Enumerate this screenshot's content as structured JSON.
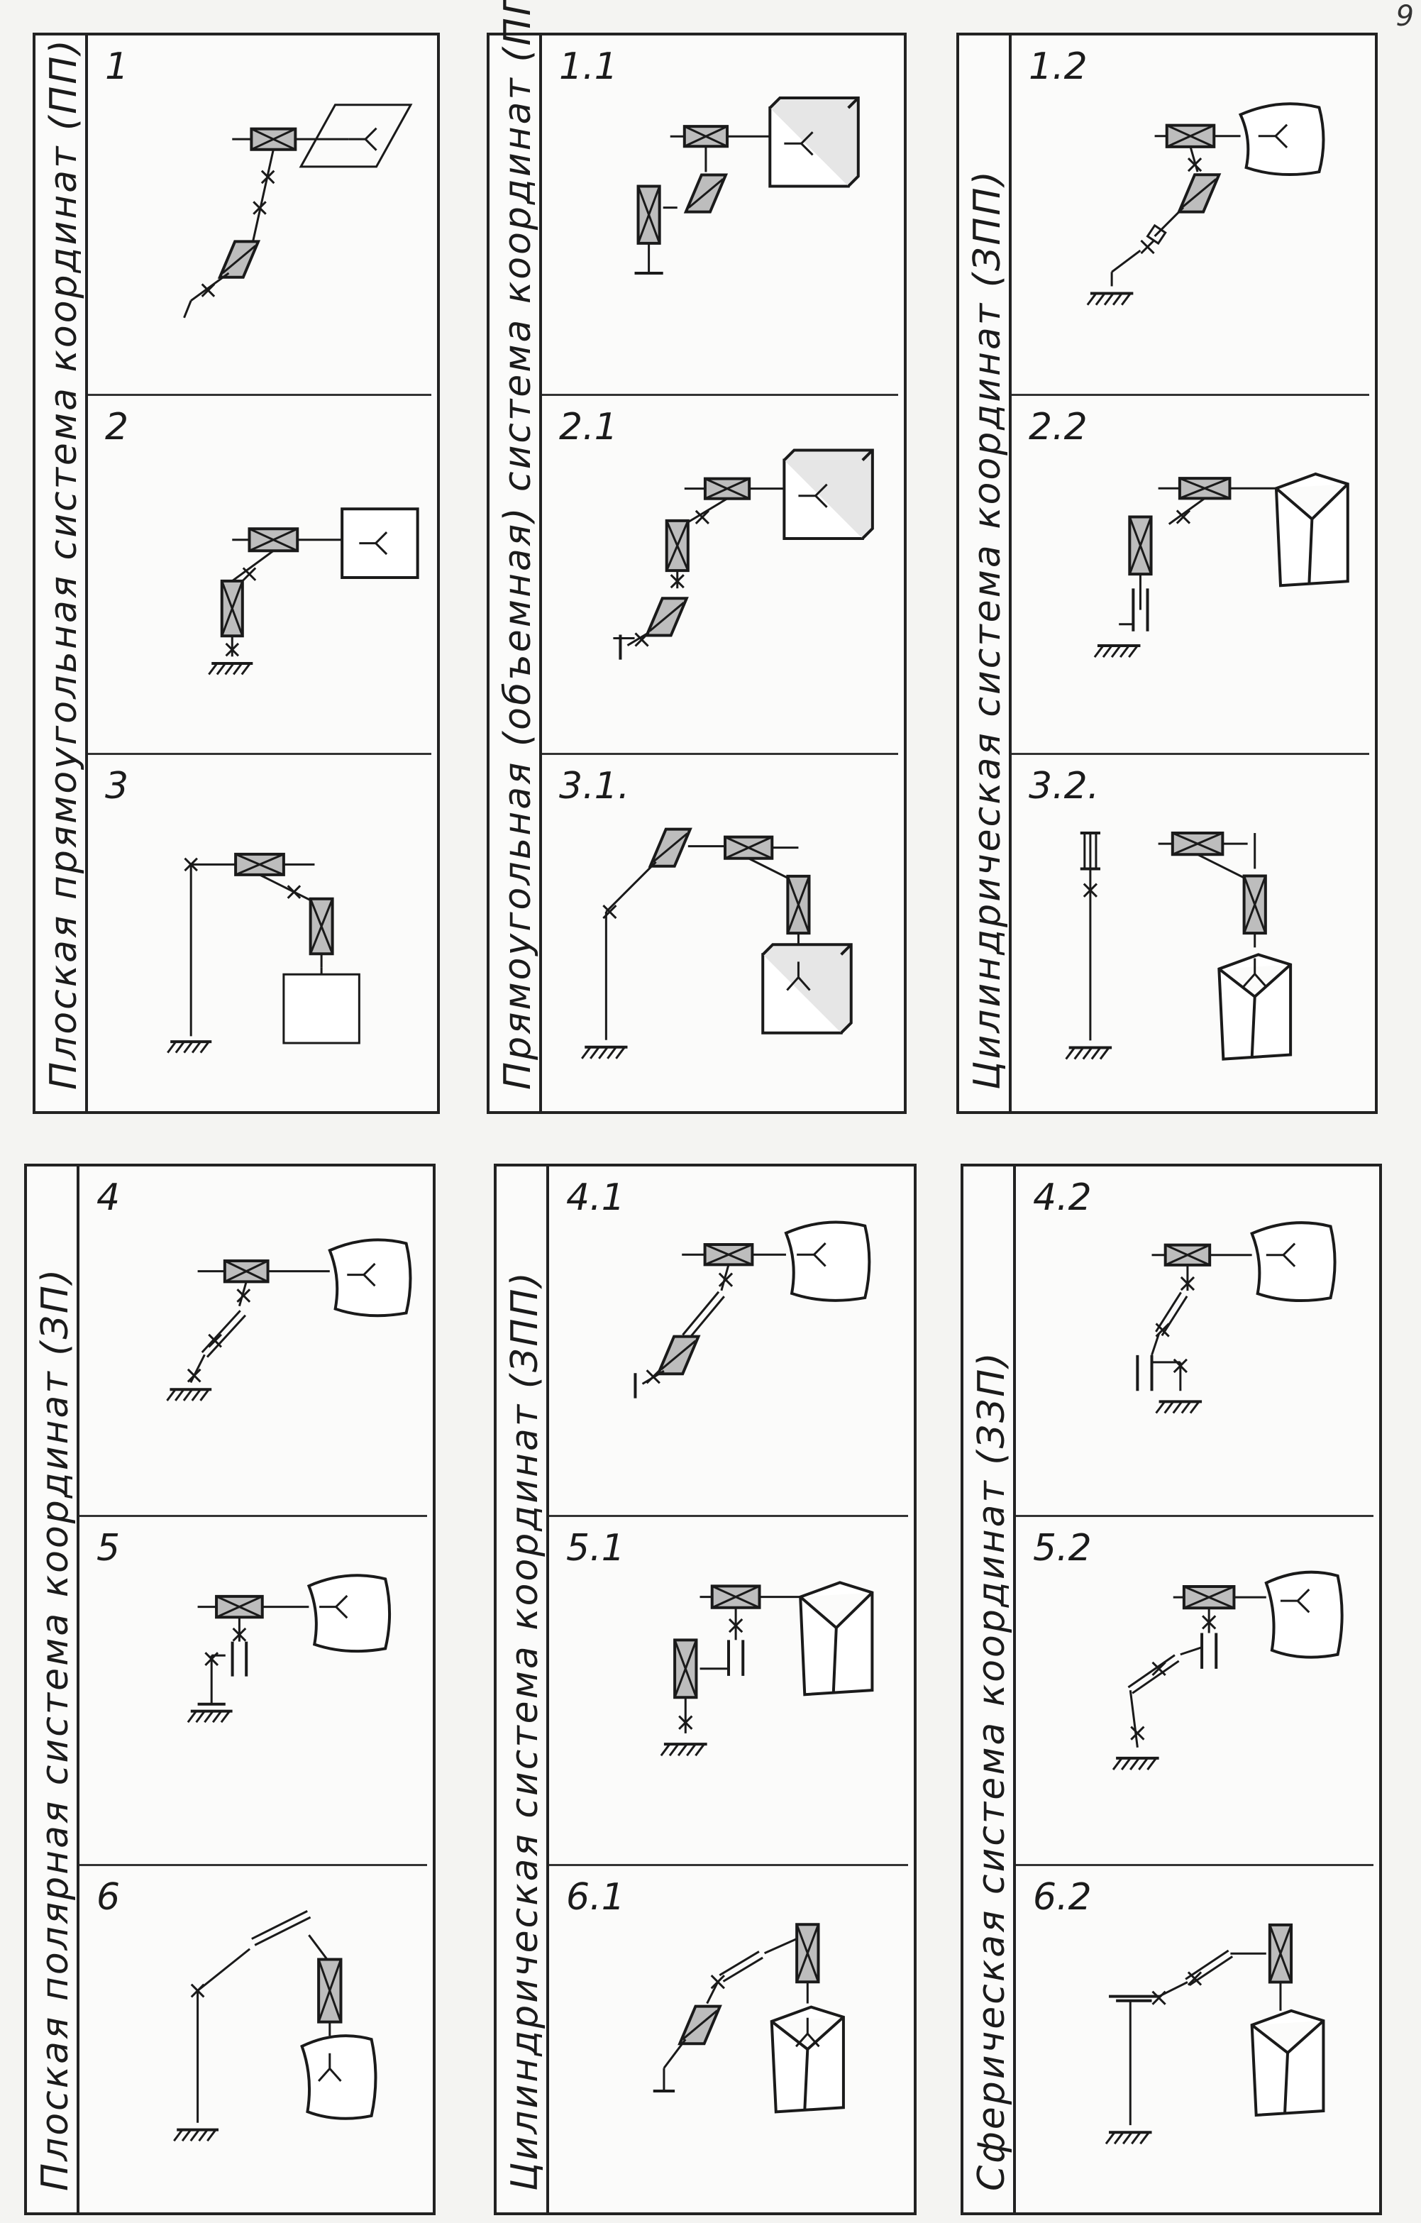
{
  "header_mark": "9",
  "columns": [
    {
      "title": "Плоская прямоугольная система координат (ПП)",
      "cells": [
        {
          "label": "1",
          "kind": "A"
        },
        {
          "label": "2",
          "kind": "B"
        },
        {
          "label": "3",
          "kind": "C"
        }
      ]
    },
    {
      "title": "Прямоугольная (объемная) система координат (ПП)",
      "cells": [
        {
          "label": "1.1",
          "kind": "D"
        },
        {
          "label": "2.1",
          "kind": "E"
        },
        {
          "label": "3.1.",
          "kind": "F"
        }
      ]
    },
    {
      "title": "Цилиндрическая система координат (ЗПП)",
      "cells": [
        {
          "label": "1.2",
          "kind": "G"
        },
        {
          "label": "2.2",
          "kind": "H"
        },
        {
          "label": "3.2.",
          "kind": "I"
        }
      ]
    },
    {
      "title": "Плоская полярная система координат (ЗП)",
      "cells": [
        {
          "label": "4",
          "kind": "J"
        },
        {
          "label": "5",
          "kind": "K"
        },
        {
          "label": "6",
          "kind": "L"
        }
      ]
    },
    {
      "title": "Цилиндрическая система координат (ЗПП)",
      "cells": [
        {
          "label": "4.1",
          "kind": "M"
        },
        {
          "label": "5.1",
          "kind": "N"
        },
        {
          "label": "6.1",
          "kind": "O"
        }
      ]
    },
    {
      "title": "Сферическая система координат (ЗЗП)",
      "cells": [
        {
          "label": "4.2",
          "kind": "P"
        },
        {
          "label": "5.2",
          "kind": "Q"
        },
        {
          "label": "6.2",
          "kind": "R"
        }
      ]
    }
  ]
}
